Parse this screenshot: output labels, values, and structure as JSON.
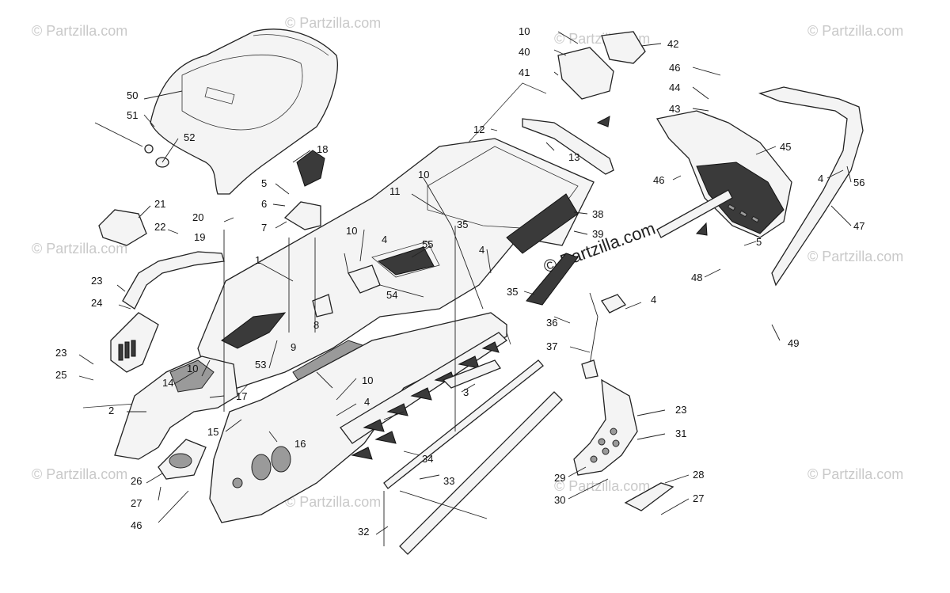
{
  "watermark": {
    "text": "© Partzilla.com",
    "center_text": "© Partzilla.com",
    "color": "#c9c9c9"
  },
  "labels": {
    "l1": "1",
    "l2": "2",
    "l3": "3",
    "l4a": "4",
    "l4b": "4",
    "l4c": "4",
    "l4d": "4",
    "l4e": "4",
    "l5a": "5",
    "l5b": "5",
    "l6": "6",
    "l7": "7",
    "l8": "8",
    "l9": "9",
    "l10a": "10",
    "l10b": "10",
    "l10c": "10",
    "l10d": "10",
    "l10e": "10",
    "l11": "11",
    "l12": "12",
    "l13": "13",
    "l14": "14",
    "l15": "15",
    "l16": "16",
    "l17": "17",
    "l18": "18",
    "l19": "19",
    "l20": "20",
    "l21": "21",
    "l22": "22",
    "l23a": "23",
    "l23b": "23",
    "l23c": "23",
    "l24": "24",
    "l25": "25",
    "l26": "26",
    "l27a": "27",
    "l27b": "27",
    "l28": "28",
    "l29": "29",
    "l30": "30",
    "l31": "31",
    "l32": "32",
    "l33": "33",
    "l34": "34",
    "l35a": "35",
    "l35b": "35",
    "l36": "36",
    "l37": "37",
    "l38": "38",
    "l39": "39",
    "l40": "40",
    "l41": "41",
    "l42": "42",
    "l43": "43",
    "l44": "44",
    "l45": "45",
    "l46a": "46",
    "l46b": "46",
    "l46c": "46",
    "l47": "47",
    "l48": "48",
    "l49": "49",
    "l50": "50",
    "l51": "51",
    "l52": "52",
    "l53": "53",
    "l54": "54",
    "l55": "55",
    "l56": "56"
  }
}
